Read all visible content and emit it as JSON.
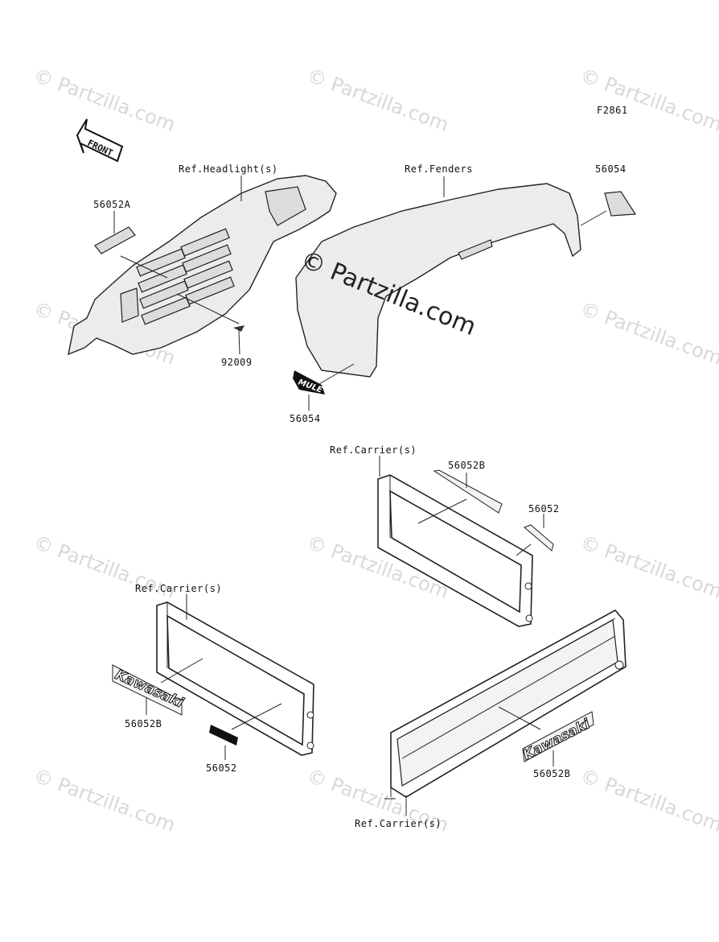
{
  "figure_code": "F2861",
  "front_arrow_label": "FRONT",
  "watermark": {
    "repeat_text": "© Partzilla.com",
    "center_text_line1": "© Partzilla.com"
  },
  "callouts": {
    "ref_headlight": "Ref.Headlight(s)",
    "ref_fenders": "Ref.Fenders",
    "p56054_top": "56054",
    "p56052A": "56052A",
    "p92009": "92009",
    "p56054_bottom": "56054",
    "ref_carrier_top": "Ref.Carrier(s)",
    "p56052B_top": "56052B",
    "p56052_right": "56052",
    "ref_carrier_left": "Ref.Carrier(s)",
    "p56052B_left": "56052B",
    "p56052_left": "56052",
    "p56052B_right": "56052B",
    "ref_carrier_bottom": "Ref.Carrier(s)"
  },
  "decals": {
    "kawasaki": "Kawasaki",
    "mule": "MULE"
  }
}
